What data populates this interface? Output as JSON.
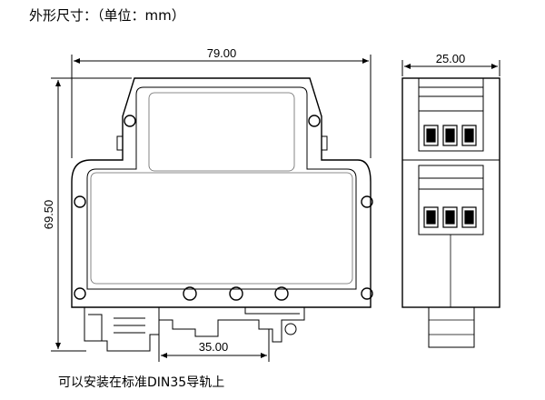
{
  "header": {
    "title": "外形尺寸：（单位：mm）"
  },
  "front_view": {
    "width_dim": "79.00",
    "height_dim": "69.50",
    "rail_dim": "35.00"
  },
  "side_view": {
    "width_dim": "25.00"
  },
  "footer": {
    "note": "可以安装在标准DIN35导轨上"
  }
}
